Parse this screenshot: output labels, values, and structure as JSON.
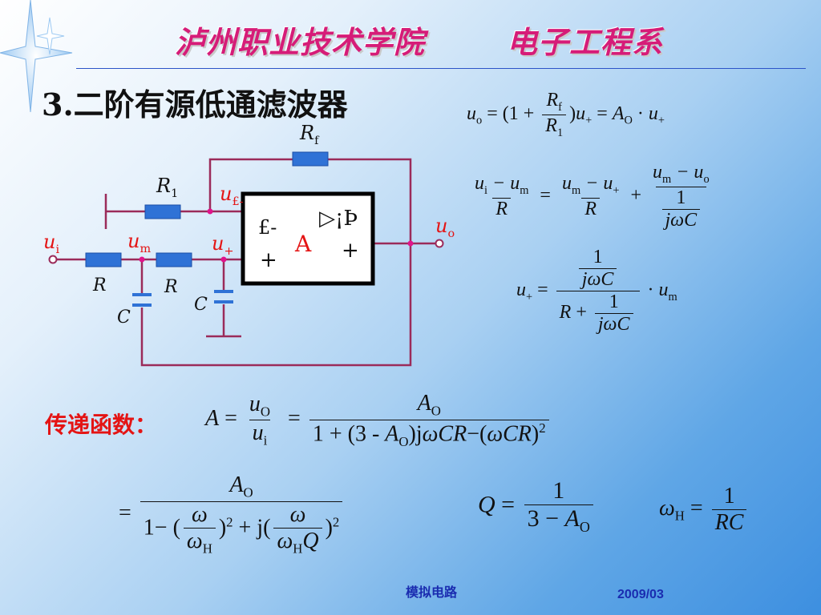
{
  "header": {
    "school": "泸州职业技术学院",
    "department": "电子工程系"
  },
  "slide_title": "3.二阶有源低通滤波器",
  "circuit": {
    "rf_label": "R",
    "rf_sub": "f",
    "r1_label": "R",
    "r1_sub": "1",
    "ui_label": "u",
    "ui_sub": "i",
    "um_label": "u",
    "um_sub": "m",
    "uplus_label": "u",
    "uplus_sub": "+",
    "uminus_label": "u",
    "uminus_sub": "£-",
    "uo_label": "u",
    "uo_sub": "o",
    "r_label_a": "R",
    "r_label_b": "R",
    "c_label_a": "C",
    "c_label_b": "C",
    "opamp_minus": "£-",
    "opamp_plus": "+",
    "opamp_a": "A",
    "opamp_sym": "▷¡Þ",
    "opamp_out_plus": "+"
  },
  "transfer_label": "传递函数：",
  "footer": {
    "course": "模拟电路",
    "date": "2009/03"
  },
  "colors": {
    "header": "#d61c78",
    "wire": "#9b2b5a",
    "resistor": "#2f72d6",
    "red_label": "#e41414",
    "footer": "#1a2cb0"
  }
}
